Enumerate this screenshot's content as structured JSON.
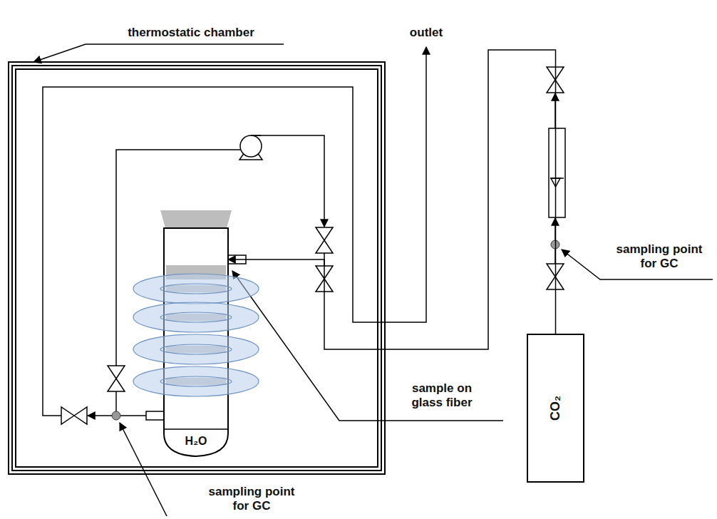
{
  "diagram": {
    "nodes": [
      {
        "text": [
          "H₂O"
        ]
      },
      {
        "text": [
          "CO₂"
        ]
      }
    ],
    "edges": [
      {
        "from": 1,
        "to": 0,
        "arrow": "to"
      }
    ],
    "labels": [
      "thermostatic chamber",
      "outlet",
      "sampling point for GC",
      "sample on glass fiber",
      "sampling point for GC"
    ]
  }
}
